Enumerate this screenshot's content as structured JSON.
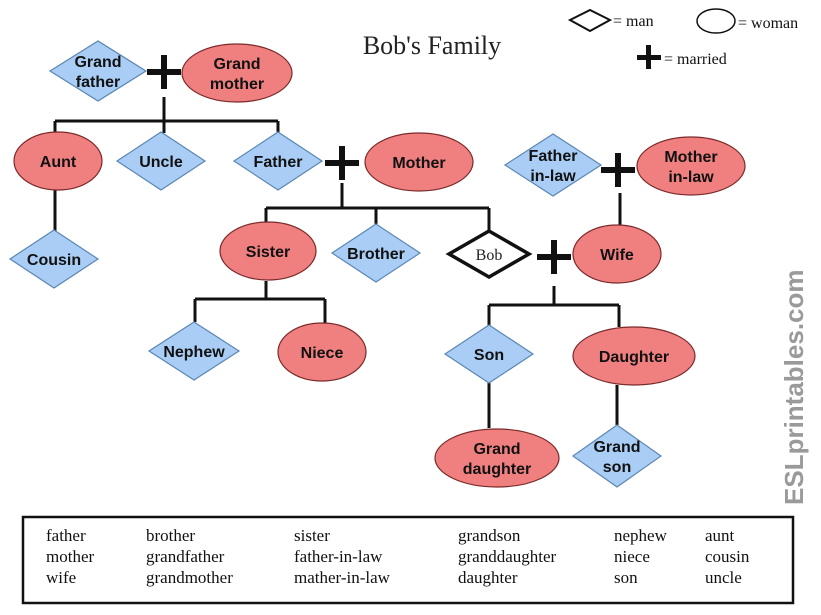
{
  "title": "Bob's Family",
  "legend": {
    "man_label": "= man",
    "woman_label": "= woman",
    "married_label": "= married"
  },
  "colors": {
    "man_fill": "#a9cdf5",
    "man_stroke": "#5b87b3",
    "woman_fill": "#f08080",
    "woman_stroke": "#7a2a2a",
    "line": "#111111",
    "watermark": "#9a9a9a"
  },
  "people": {
    "grandfather": {
      "label": [
        "Grand",
        "father"
      ],
      "gender": "man"
    },
    "grandmother": {
      "label": [
        "Grand",
        "mother"
      ],
      "gender": "woman"
    },
    "aunt": {
      "label": [
        "Aunt"
      ],
      "gender": "woman"
    },
    "uncle": {
      "label": [
        "Uncle"
      ],
      "gender": "man"
    },
    "father": {
      "label": [
        "Father"
      ],
      "gender": "man"
    },
    "mother": {
      "label": [
        "Mother"
      ],
      "gender": "woman"
    },
    "father_in_law": {
      "label": [
        "Father",
        "in-law"
      ],
      "gender": "man"
    },
    "mother_in_law": {
      "label": [
        "Mother",
        "in-law"
      ],
      "gender": "woman"
    },
    "cousin": {
      "label": [
        "Cousin"
      ],
      "gender": "man"
    },
    "sister": {
      "label": [
        "Sister"
      ],
      "gender": "woman"
    },
    "brother": {
      "label": [
        "Brother"
      ],
      "gender": "man"
    },
    "bob": {
      "label": [
        "Bob"
      ],
      "gender": "self"
    },
    "wife": {
      "label": [
        "Wife"
      ],
      "gender": "woman"
    },
    "nephew": {
      "label": [
        "Nephew"
      ],
      "gender": "man"
    },
    "niece": {
      "label": [
        "Niece"
      ],
      "gender": "woman"
    },
    "son": {
      "label": [
        "Son"
      ],
      "gender": "man"
    },
    "daughter": {
      "label": [
        "Daughter"
      ],
      "gender": "woman"
    },
    "granddaughter": {
      "label": [
        "Grand",
        "daughter"
      ],
      "gender": "woman"
    },
    "grandson": {
      "label": [
        "Grand",
        "son"
      ],
      "gender": "man"
    }
  },
  "marriages": [
    [
      "grandfather",
      "grandmother"
    ],
    [
      "father",
      "mother"
    ],
    [
      "father_in_law",
      "mother_in_law"
    ],
    [
      "bob",
      "wife"
    ]
  ],
  "word_bank": [
    [
      "father",
      "mother",
      "wife"
    ],
    [
      "brother",
      "grandfather",
      "grandmother"
    ],
    [
      "sister",
      "father-in-law",
      "mather-in-law"
    ],
    [
      "grandson",
      "granddaughter",
      "daughter"
    ],
    [
      "nephew",
      "niece",
      "son"
    ],
    [
      "aunt",
      "cousin",
      "uncle"
    ]
  ],
  "watermark": "ESLprintables.com"
}
